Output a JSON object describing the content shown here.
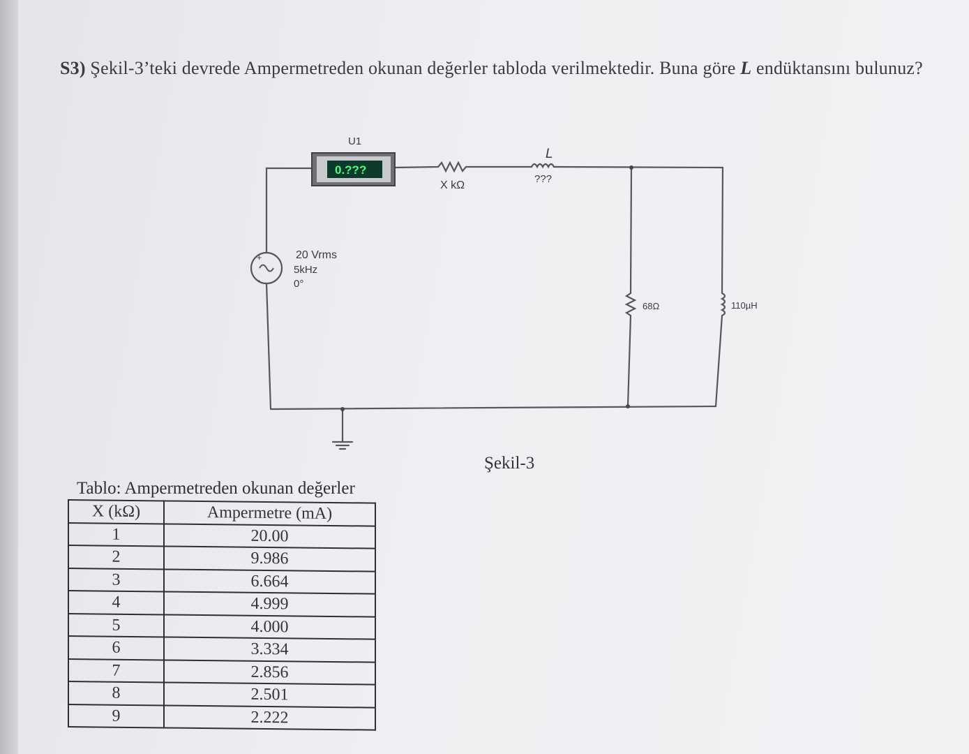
{
  "question": {
    "number": "S3)",
    "text_before": "Şekil-3’teki devrede Ampermetreden okunan değerler tabloda verilmektedir. Buna göre",
    "symbol": "L",
    "text_after": "endüktansını bulunuz?"
  },
  "circuit": {
    "ammeter_label": "U1",
    "ammeter_display": "0.???",
    "source_label_voltage": "20 Vrms",
    "source_label_freq": "5kHz",
    "source_label_phase": "0°",
    "source_plus": "+",
    "source_minus": "-",
    "resistor_x_label": "X kΩ",
    "inductor_l_name": "L",
    "inductor_l_value": "???",
    "resistor_68_label": "68Ω",
    "inductor_110_label": "110µH",
    "colors": {
      "wire": "#56565c",
      "display_bg": "#0e3a2c",
      "display_text": "#4cff7a",
      "meter_frame": "#6f7075"
    }
  },
  "figure_caption": "Şekil-3",
  "table": {
    "caption": "Tablo: Ampermetreden okunan değerler",
    "headers": [
      "X (kΩ)",
      "Ampermetre (mA)"
    ],
    "rows": [
      [
        "1",
        "20.00"
      ],
      [
        "2",
        "9.986"
      ],
      [
        "3",
        "6.664"
      ],
      [
        "4",
        "4.999"
      ],
      [
        "5",
        "4.000"
      ],
      [
        "6",
        "3.334"
      ],
      [
        "7",
        "2.856"
      ],
      [
        "8",
        "2.501"
      ],
      [
        "9",
        "2.222"
      ]
    ]
  }
}
